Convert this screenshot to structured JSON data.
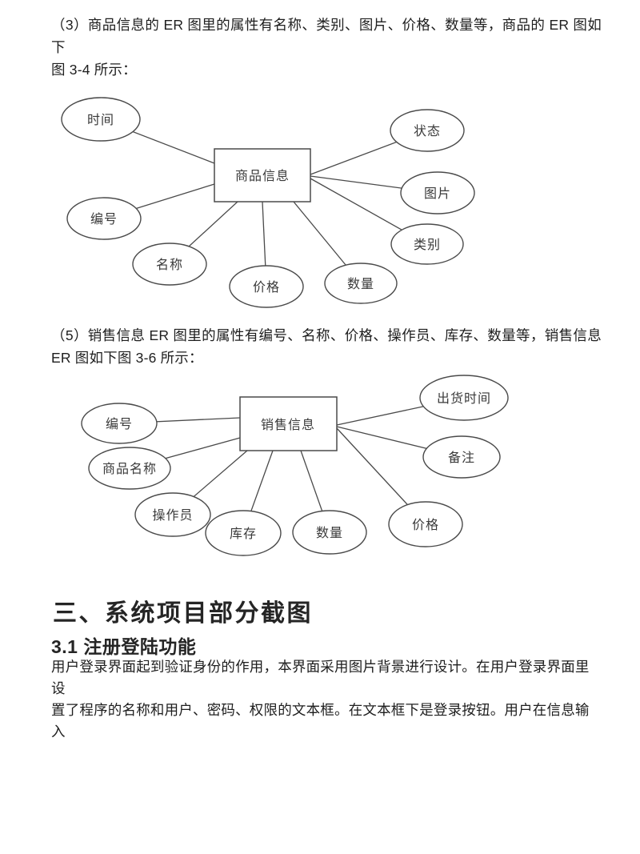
{
  "paragraphs": {
    "p3": {
      "lines": [
        "（3）商品信息的 ER 图里的属性有名称、类别、图片、价格、数量等，商品的 ER 图如下",
        "图 3-4 所示："
      ]
    },
    "p5": {
      "lines": [
        "（5）销售信息 ER 图里的属性有编号、名称、价格、操作员、库存、数量等，销售信息",
        "ER 图如下图 3-6 所示："
      ]
    }
  },
  "diagram1": {
    "entity": "商品信息",
    "attributes": [
      "时间",
      "编号",
      "名称",
      "价格",
      "数量",
      "状态",
      "图片",
      "类别"
    ],
    "figure_ref": "图 3-4"
  },
  "diagram2": {
    "entity": "销售信息",
    "attributes": [
      "编号",
      "商品名称",
      "操作员",
      "库存",
      "数量",
      "价格",
      "备注",
      "出货时间"
    ],
    "figure_ref": "图 3-6"
  },
  "section": {
    "heading": "三、系统项目部分截图",
    "subheading": "3.1 注册登陆功能",
    "body_lines": [
      "用户登录界面起到验证身份的作用，本界面采用图片背景进行设计。在用户登录界面里设",
      "置了程序的名称和用户、密码、权限的文本框。在文本框下是登录按钮。用户在信息输入"
    ]
  },
  "colors": {
    "ink": "#1e1e1e",
    "diagram_stroke": "#4a4a4a",
    "background": "#ffffff"
  }
}
